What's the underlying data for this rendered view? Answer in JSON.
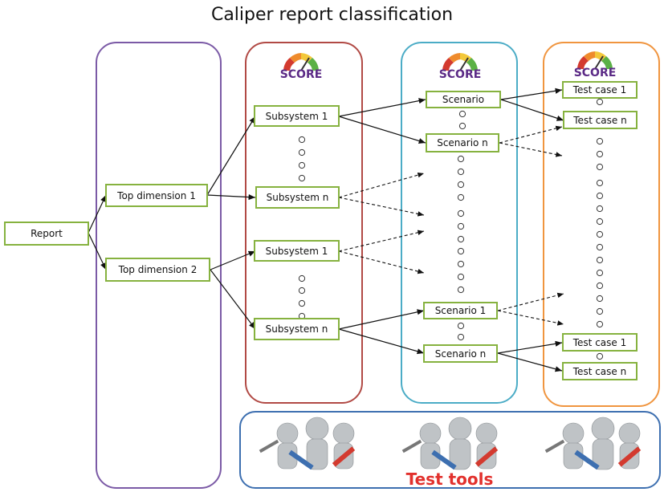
{
  "title": "Caliper report classification",
  "score_label": "SCORE",
  "tools_label": "Test tools",
  "nodes": {
    "report": "Report",
    "top_dim_1": "Top dimension 1",
    "top_dim_2": "Top dimension 2",
    "subsystem_1": "Subsystem 1",
    "subsystem_n": "Subsystem n",
    "scenario": "Scenario",
    "scenario_n": "Scenario n",
    "scenario_1": "Scenario 1",
    "test_case_1": "Test case 1",
    "test_case_n": "Test case n"
  },
  "colors": {
    "column_1": "#7b5aa6",
    "column_2": "#b14a45",
    "column_3": "#4bacc6",
    "column_4": "#f0953f",
    "tools_box": "#3d6fb0",
    "node_border": "#86b23f"
  }
}
